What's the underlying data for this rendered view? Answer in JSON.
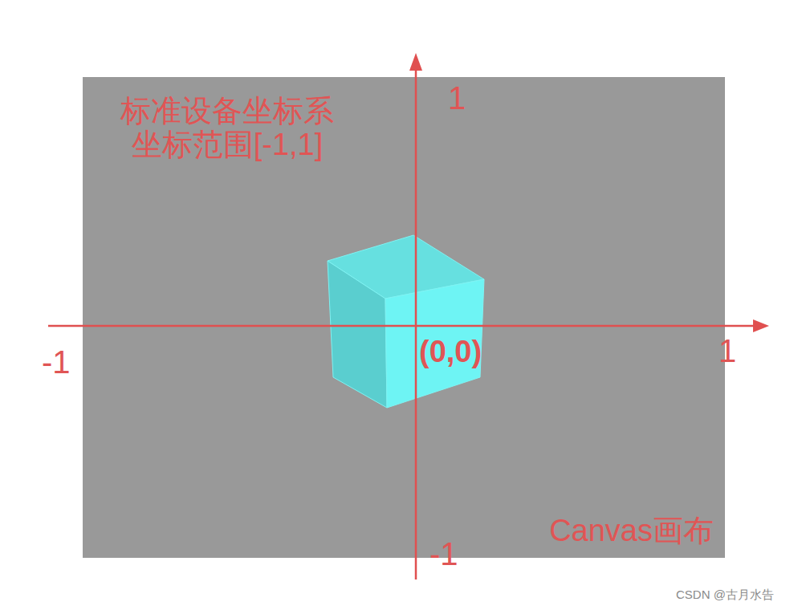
{
  "diagram": {
    "nodes": [
      {
        "text": [
          "标准设备坐标系 坐标范围[-1,1]",
          "Canvas画布"
        ]
      }
    ],
    "labels": [
      "1",
      "-1",
      "(0,0)",
      "1",
      "-1",
      "CSDN @古月水告"
    ]
  }
}
